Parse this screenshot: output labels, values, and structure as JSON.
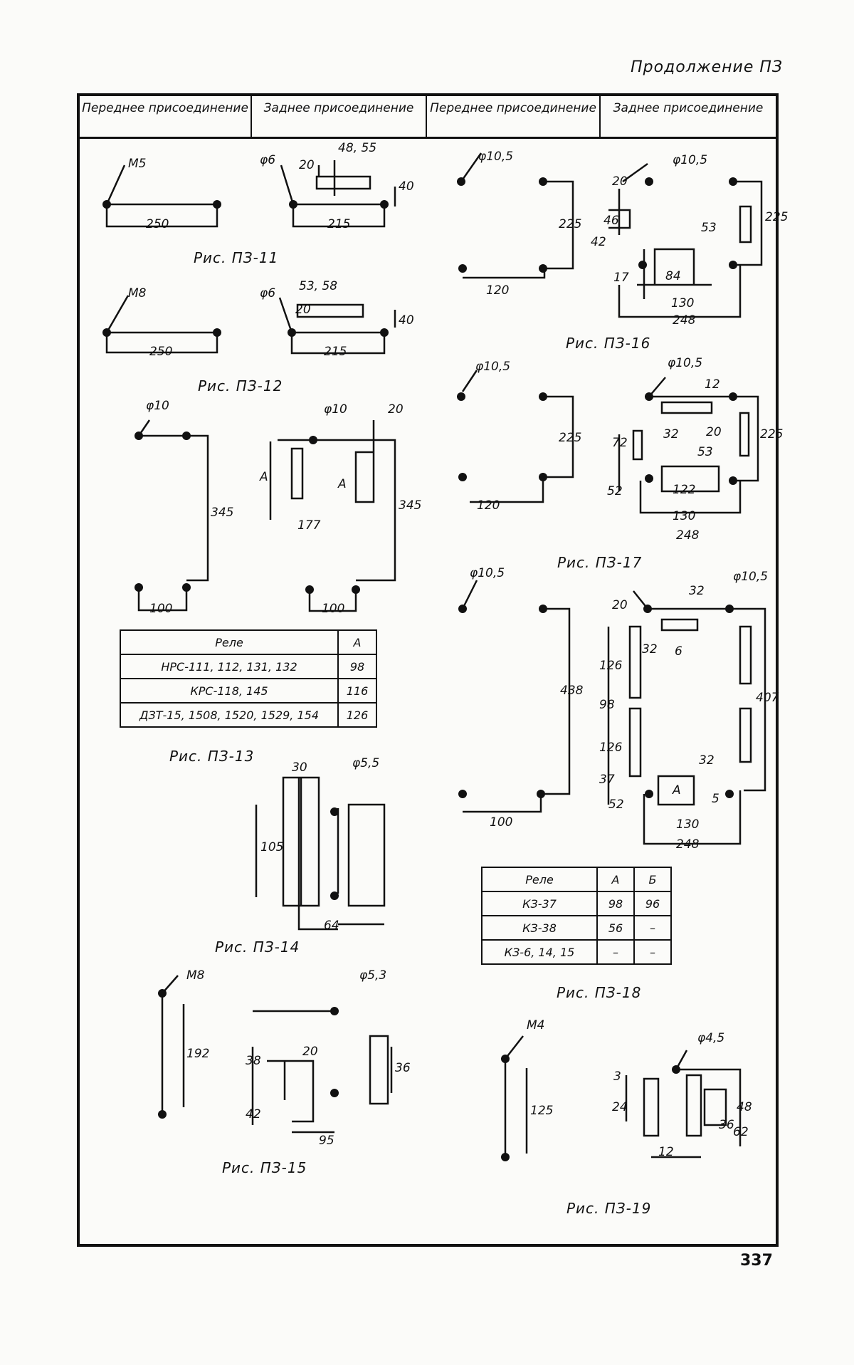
{
  "page": {
    "running_head": "Продолжение ПЗ",
    "page_number": "337"
  },
  "columns": [
    "Переднее присоединение",
    "Заднее присоединение",
    "Переднее присоединение",
    "Заднее присоединение"
  ],
  "captions": {
    "f11": "Рис. ПЗ-11",
    "f12": "Рис. ПЗ-12",
    "f13": "Рис. ПЗ-13",
    "f14": "Рис. ПЗ-14",
    "f15": "Рис. ПЗ-15",
    "f16": "Рис. ПЗ-16",
    "f17": "Рис. ПЗ-17",
    "f18": "Рис. ПЗ-18",
    "f19": "Рис. ПЗ-19"
  },
  "dims": {
    "m5": "М5",
    "d250a": "250",
    "phi6a": "φ6",
    "d48_55": "48, 55",
    "d20a": "20",
    "d40a": "40",
    "d215a": "215",
    "m8": "М8",
    "d250b": "250",
    "phi6b": "φ6",
    "d53_58": "53, 58",
    "d20b": "20",
    "d40b": "40",
    "d215b": "215",
    "phi10a": "φ10",
    "d345a": "345",
    "d100a": "100",
    "phi10b": "φ10",
    "d20c": "20",
    "dA1": "А",
    "dA2": "А",
    "d177": "177",
    "d345b": "345",
    "d100b": "100",
    "d30": "30",
    "phi55": "φ5,5",
    "d105": "105",
    "d64": "64",
    "m8c": "М8",
    "d192": "192",
    "phi53": "φ5,3",
    "d20d": "20",
    "d38a": "38",
    "d42": "42",
    "d95": "95",
    "d36": "36",
    "phi105a": "φ10,5",
    "d225a": "225",
    "d120a": "120",
    "phi105b": "φ10,5",
    "d20e": "20",
    "d46": "46",
    "d53": "53",
    "d84": "84",
    "d17": "17",
    "d130a": "130",
    "d248a": "248",
    "d225b": "225",
    "d42b": "42",
    "phi105c": "φ10,5",
    "d225c": "225",
    "d120b": "120",
    "phi105d": "φ10,5",
    "d12": "12",
    "d32": "32",
    "d20f": "20",
    "d122": "122",
    "d52a": "52",
    "d130b": "130",
    "d248b": "248",
    "d225d": "225",
    "d72": "72",
    "d53b": "53",
    "phi105e": "φ10,5",
    "d438": "438",
    "d100c": "100",
    "d20g": "20",
    "d32b": "32",
    "d6": "6",
    "d126a": "126",
    "d98": "98",
    "d126b": "126",
    "d37": "37",
    "d52b": "52",
    "phi105f": "φ10,5",
    "d32c": "32",
    "d407": "407",
    "dA3": "А",
    "d5": "5",
    "d130c": "130",
    "d248c": "248",
    "d32d": "32",
    "m4": "М4",
    "d125": "125",
    "phi45": "φ4,5",
    "d3": "3",
    "d24": "24",
    "d48": "48",
    "d36b": "36",
    "d62": "62",
    "d12b": "12"
  },
  "table13": {
    "head": [
      "Реле",
      "А"
    ],
    "rows": [
      [
        "НРС-111, 112, 131, 132",
        "98"
      ],
      [
        "КРС-118, 145",
        "116"
      ],
      [
        "ДЗТ-15, 1508, 1520, 1529, 154",
        "126"
      ]
    ]
  },
  "table18": {
    "head": [
      "Реле",
      "А",
      "Б"
    ],
    "rows": [
      [
        "КЗ-37",
        "98",
        "96"
      ],
      [
        "КЗ-38",
        "56",
        "–"
      ],
      [
        "КЗ-6, 14, 15",
        "–",
        "–"
      ]
    ]
  }
}
